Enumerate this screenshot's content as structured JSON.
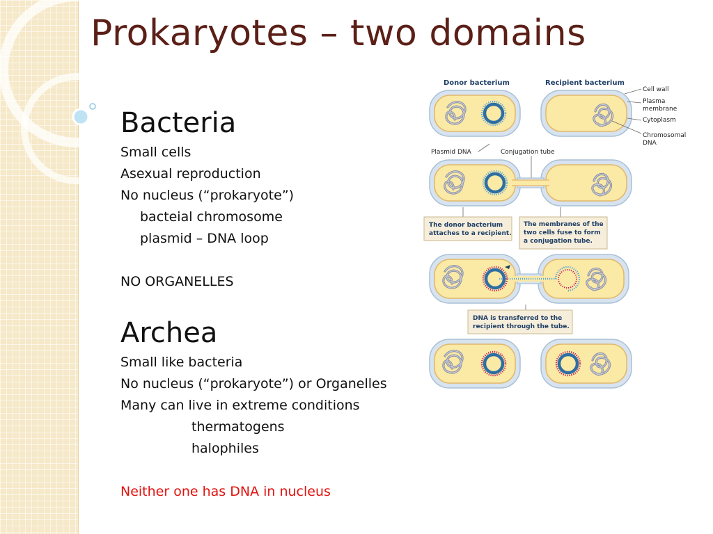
{
  "slide": {
    "title": "Prokaryotes – two domains"
  },
  "bacteria": {
    "heading": "Bacteria",
    "lines": [
      "Small cells",
      "Asexual reproduction",
      "No nucleus (“prokaryote”)",
      "bacteial chromosome",
      "plasmid – DNA loop",
      "NO ORGANELLES"
    ]
  },
  "archea": {
    "heading": "Archea",
    "lines": [
      "Small like bacteria",
      "No nucleus (“prokaryote”) or Organelles",
      "Many can live in extreme conditions",
      "thermatogens",
      "halophiles"
    ]
  },
  "note": "Neither one has DNA  in nucleus",
  "figure": {
    "donor_label": "Donor bacterium",
    "recipient_label": "Recipient bacterium",
    "cell_wall": "Cell wall",
    "plasma": "Plasma",
    "membrane": "membrane",
    "cytoplasm": "Cytoplasm",
    "chromosomal": "Chromosomal",
    "dna": "DNA",
    "plasmid_dna": "Plasmid DNA",
    "conjugation_tube": "Conjugation tube",
    "callout1_line1": "The donor bacterium",
    "callout1_line2": "attaches to a recipient.",
    "callout2_line1": "The membranes of the",
    "callout2_line2": "two cells fuse to form",
    "callout2_line3": "a conjugation tube.",
    "callout3_line1": "DNA is transferred to the",
    "callout3_line2": "recipient through the tube."
  },
  "colors": {
    "title": "#5b1f17",
    "note": "#e0120e",
    "band": "#f6e9c9",
    "cell_fill": "#fbe9a6",
    "cell_outer": "#d7e3ef",
    "plasmid": "#2e6fa3",
    "transferred": "#c2185b"
  }
}
